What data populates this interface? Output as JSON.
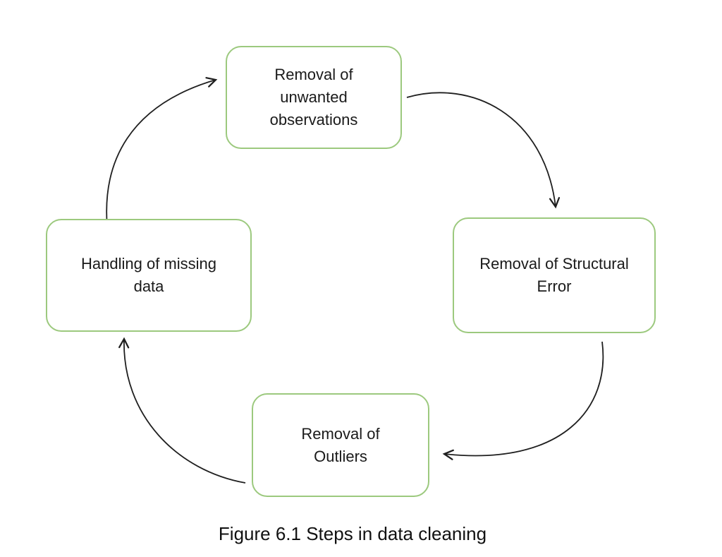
{
  "figure": {
    "caption": "Figure 6.1 Steps in data cleaning"
  },
  "colors": {
    "node_border": "#9CC97E",
    "node_fill": "#FFFFFF",
    "arrow": "#1F1F1F",
    "text": "#1A1A1A",
    "background": "#FFFFFF"
  },
  "diagram": {
    "type": "cycle",
    "direction": "clockwise",
    "nodes": [
      {
        "id": "removal-unwanted-observations",
        "position": "top",
        "label": "Removal of\nunwanted\nobservations"
      },
      {
        "id": "removal-structural-error",
        "position": "right",
        "label": "Removal of Structural\nError"
      },
      {
        "id": "removal-outliers",
        "position": "bottom",
        "label": "Removal of\nOutliers"
      },
      {
        "id": "handling-missing-data",
        "position": "left",
        "label": "Handling of missing\ndata"
      }
    ],
    "arrows": [
      {
        "from": "handling-missing-data",
        "to": "removal-unwanted-observations"
      },
      {
        "from": "removal-unwanted-observations",
        "to": "removal-structural-error"
      },
      {
        "from": "removal-structural-error",
        "to": "removal-outliers"
      },
      {
        "from": "removal-outliers",
        "to": "handling-missing-data"
      }
    ]
  }
}
